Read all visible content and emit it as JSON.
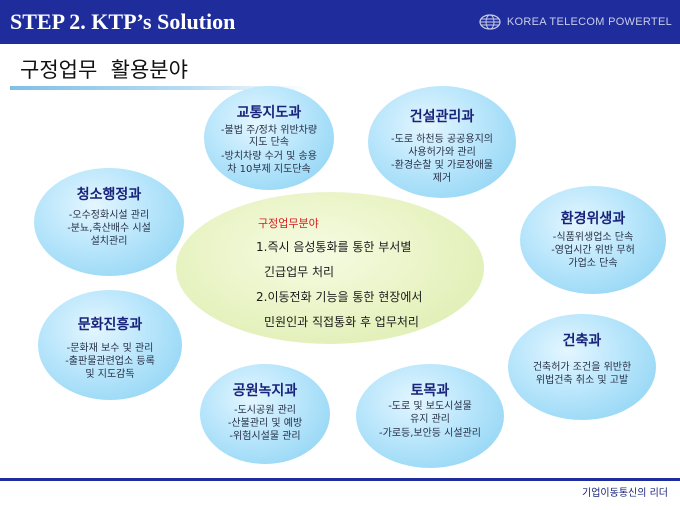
{
  "header": {
    "title": "STEP 2.  KTP’s Solution",
    "brand": "KOREA TELECOM POWERTEL"
  },
  "subtitle": "구정업무  활용분야",
  "center": {
    "title": "구정업무분야",
    "lines": [
      "1.즉시 음성통화를 통한 부서별",
      "긴급업무 처리",
      "2.이동전화 기능을 통한 현장에서",
      "민원인과 직접통화 후 업무처리"
    ]
  },
  "bubbles": {
    "traffic": {
      "title": "교통지도과",
      "lines": [
        "-불법 주/정차 위반차량",
        "지도 단속",
        "-방치차량 수거 및 송용",
        "차 10부제 지도단속"
      ]
    },
    "construction": {
      "title": "건설관리과",
      "lines": [
        "-도로 하천등 공공용지의",
        "사용허가와 관리",
        "-환경순찰 및 가로장애물",
        "제거"
      ]
    },
    "cleaning": {
      "title": "청소행정과",
      "lines": [
        "-오수정화시설 관리",
        "-분뇨,축산배수 시설",
        "설치관리"
      ]
    },
    "environment": {
      "title": "환경위생과",
      "lines": [
        "-식품위생업소 단속",
        "-영업시간 위반 무허",
        "가업소 단속"
      ]
    },
    "culture": {
      "title": "문화진흥과",
      "lines": [
        "-문화재 보수 및 관리",
        "-출판물관련업소 등록",
        "및 지도감독"
      ]
    },
    "building": {
      "title": "건축과",
      "lines": [
        "건축허가 조건을 위반한",
        "위법건축 취소 및 고발"
      ]
    },
    "park": {
      "title": "공원녹지과",
      "lines": [
        "-도시공원 관리",
        "-산불관리 및 예방",
        "-위험시설물 관리"
      ]
    },
    "civil": {
      "title": "토목과",
      "lines": [
        "-도로 및 보도시설물",
        "유지 관리",
        "-가로등,보안등 시설관리"
      ]
    }
  },
  "footer": {
    "text": "기업이동통신의 리더"
  }
}
